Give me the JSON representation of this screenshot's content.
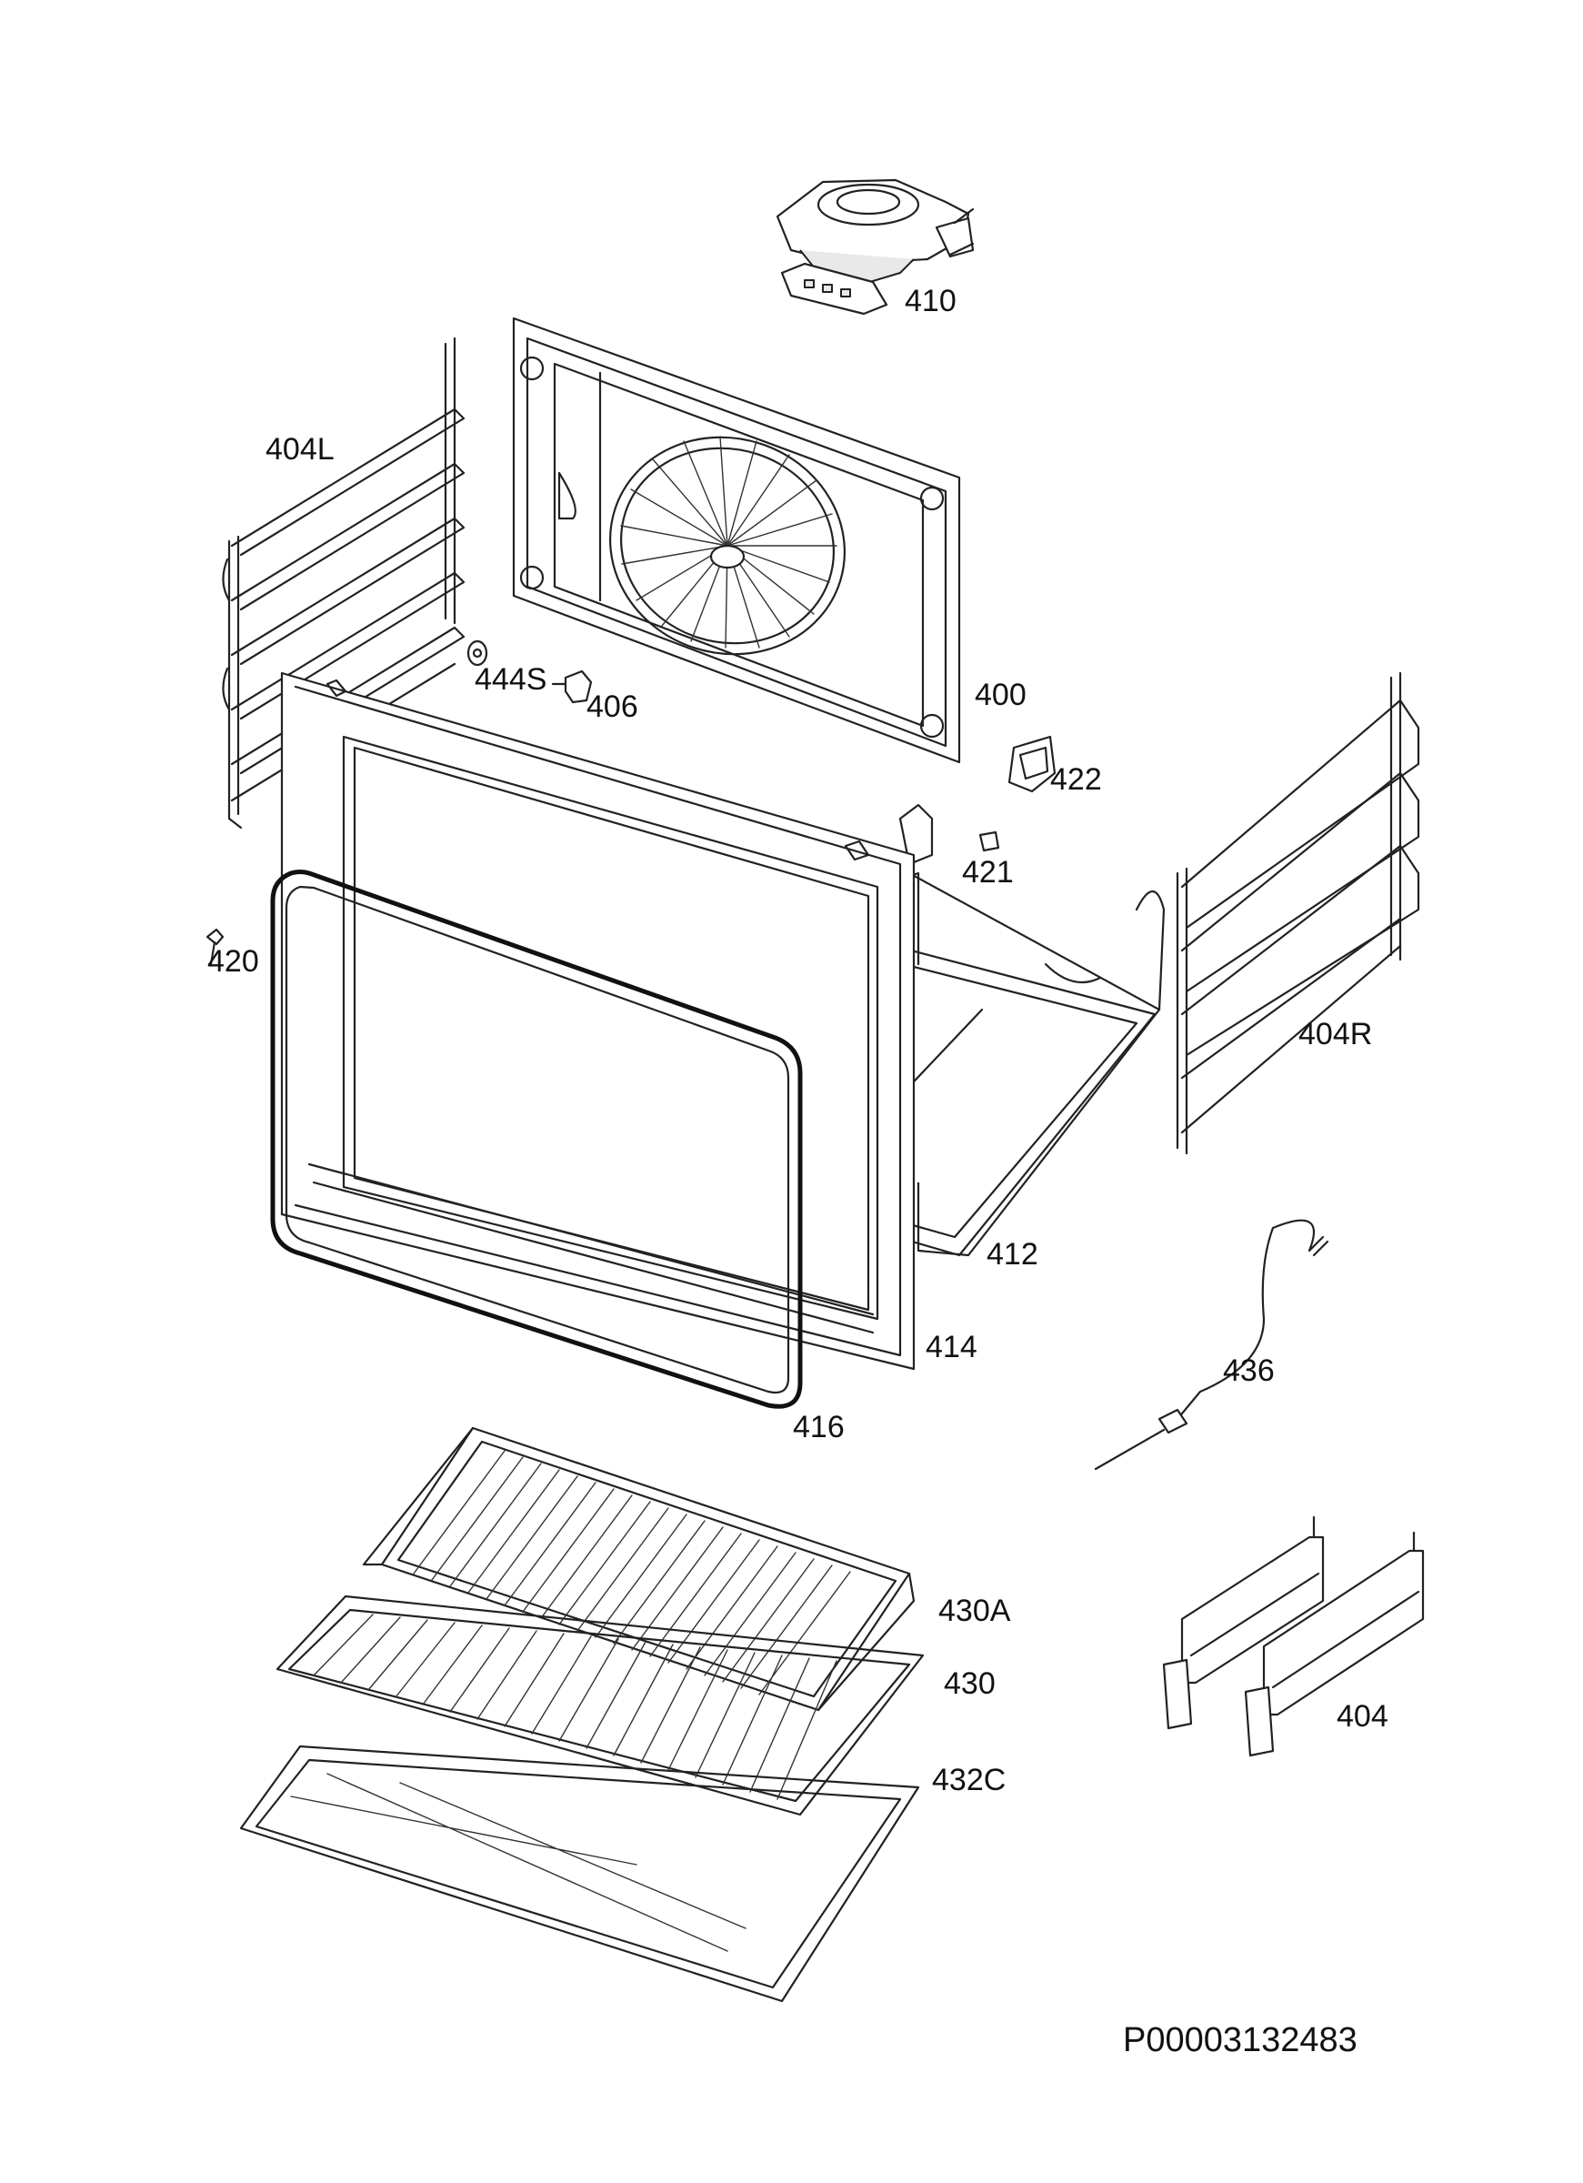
{
  "diagram": {
    "document_code": "P00003132483",
    "parts": [
      {
        "id": "410",
        "label": "410"
      },
      {
        "id": "404L",
        "label": "404L"
      },
      {
        "id": "444S",
        "label": "444S"
      },
      {
        "id": "406",
        "label": "406"
      },
      {
        "id": "400",
        "label": "400"
      },
      {
        "id": "422",
        "label": "422"
      },
      {
        "id": "421",
        "label": "421"
      },
      {
        "id": "420",
        "label": "420"
      },
      {
        "id": "404R",
        "label": "404R"
      },
      {
        "id": "412",
        "label": "412"
      },
      {
        "id": "414",
        "label": "414"
      },
      {
        "id": "416",
        "label": "416"
      },
      {
        "id": "436",
        "label": "436"
      },
      {
        "id": "430A",
        "label": "430A"
      },
      {
        "id": "430",
        "label": "430"
      },
      {
        "id": "432C",
        "label": "432C"
      },
      {
        "id": "404",
        "label": "404"
      }
    ]
  }
}
